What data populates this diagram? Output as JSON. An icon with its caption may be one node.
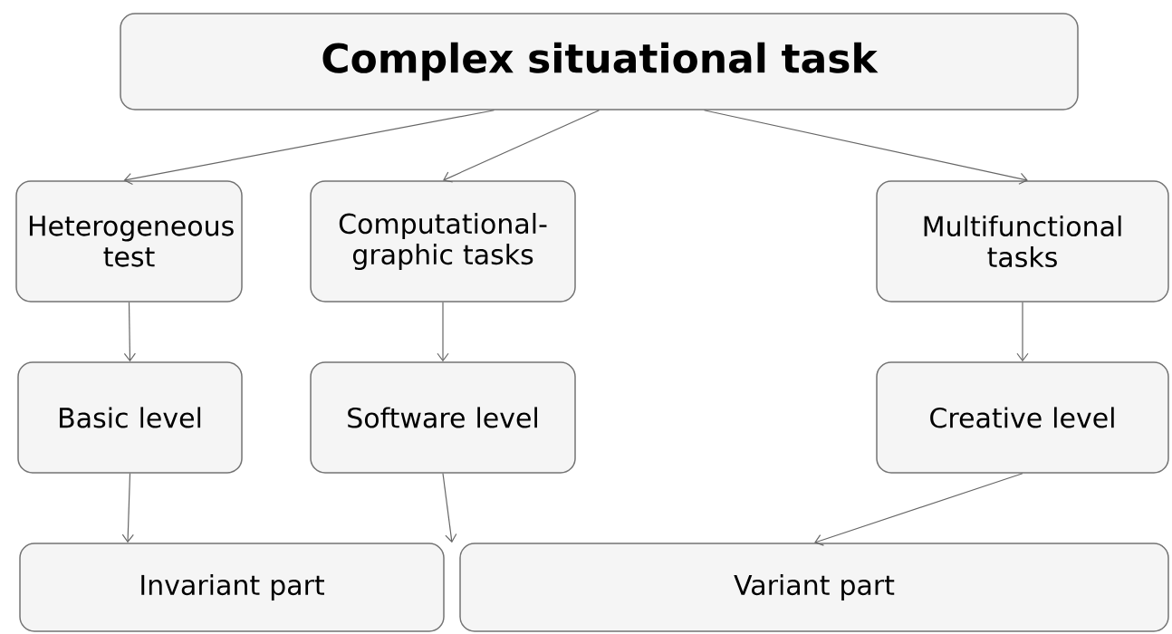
{
  "diagram": {
    "nodes": [
      {
        "text": [
          "Complex situational task"
        ]
      },
      {
        "text": [
          "Heterogeneous test"
        ]
      },
      {
        "text": [
          "Computational-graphic tasks"
        ]
      },
      {
        "text": [
          "Multifunctional tasks"
        ]
      },
      {
        "text": [
          "Basic level"
        ]
      },
      {
        "text": [
          "Software level"
        ]
      },
      {
        "text": [
          "Creative level"
        ]
      },
      {
        "text": [
          "Invariant part"
        ]
      },
      {
        "text": [
          "Variant part"
        ]
      }
    ],
    "edges": [
      {
        "from": 0,
        "to": 1,
        "arrow": "to"
      },
      {
        "from": 0,
        "to": 2,
        "arrow": "to"
      },
      {
        "from": 0,
        "to": 3,
        "arrow": "to"
      },
      {
        "from": 1,
        "to": 4,
        "arrow": "to"
      },
      {
        "from": 2,
        "to": 5,
        "arrow": "to"
      },
      {
        "from": 3,
        "to": 6,
        "arrow": "to"
      },
      {
        "from": 4,
        "to": 7,
        "arrow": "to"
      },
      {
        "from": 5,
        "to": 7,
        "arrow": "to"
      },
      {
        "from": 6,
        "to": 8,
        "arrow": "to"
      }
    ]
  }
}
